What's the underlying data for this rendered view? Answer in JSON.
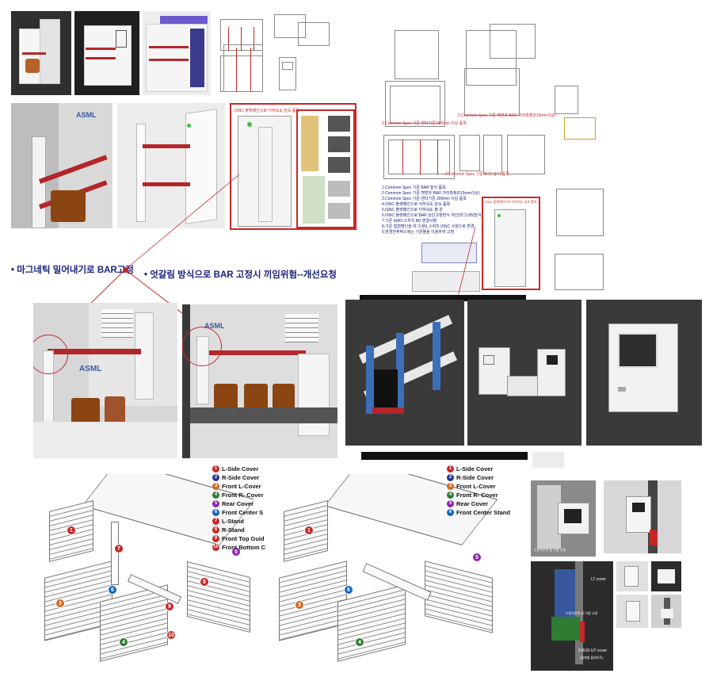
{
  "callouts": {
    "magnetic": "• 마그네틱 밀어내기로 BAR고정",
    "crossed": "• 엇갈림 방식으로 BAR 고정시 끼임위험--개선요청"
  },
  "notes": {
    "isnc_top": "ISNC 플랫패인으로 낙하속도 감속 품목",
    "isnc_mid": "ISNC 플랫패인으로 낙하속도 감속 품목",
    "spec_a": "2.Common Spec 기준 백면과 BAR 거리측정(515mm이상)",
    "spec_b": "3.Common Spec 기준 센터기준 290mm 이상 품목",
    "spec_c": "2.Common Spec 기준 BAR 높이 품목",
    "list": [
      "1.Common Spec 기준 BAR 높이 품목",
      "2.Common Spec 기준 백면과 BAR 거리측정(515mm이상)",
      "3.Common Spec 기준 센터기준 290mm 이상 품목",
      "4.ISNC 플랫패인으로 낙하속도 감속 품목",
      "5.ISNC 플랫패인으로 낙하속도 평 원",
      "6.ISNC 플랫패인으로 BAR 상단고정방식 개선(마그네틱방식)",
      "7.기존 EMO 스위치 BK 변경사항",
      "8.기존 접점확인을 마그네틱 스위치 ISNC 사양으로 변경",
      "9.변경전후박스에는 기존물을 이용하여 고정"
    ],
    "lt_cover": "LT cover",
    "guide": "도면오른쪽 끝 이용 고정",
    "bus_cover": "2.BUS UT cover",
    "bus_sub": "(일체형 플레이트)",
    "guide2": "도면오른쪽 끝 이용 고정"
  },
  "legend_left": [
    {
      "n": "1",
      "label": "L-Side Cover",
      "color": "#c62828"
    },
    {
      "n": "2",
      "label": "R-Side Cover",
      "color": "#283593"
    },
    {
      "n": "3",
      "label": "Front L-Cover",
      "color": "#d2691e"
    },
    {
      "n": "4",
      "label": "Front R- Cover",
      "color": "#2e7d32"
    },
    {
      "n": "5",
      "label": "Rear Cover",
      "color": "#8e24aa"
    },
    {
      "n": "6",
      "label": "Front Center S",
      "color": "#1565c0"
    },
    {
      "n": "7",
      "label": "L-Stand",
      "color": "#c62828"
    },
    {
      "n": "8",
      "label": "R-Stand",
      "color": "#c62828"
    },
    {
      "n": "9",
      "label": "Front Top Guid",
      "color": "#c62828"
    },
    {
      "n": "10",
      "label": "Front Bottom C",
      "color": "#c62828"
    }
  ],
  "legend_right": [
    {
      "n": "1",
      "label": "L-Side Cover",
      "color": "#c62828"
    },
    {
      "n": "2",
      "label": "R-Side Cover",
      "color": "#283593"
    },
    {
      "n": "3",
      "label": "Front L-Cover",
      "color": "#d2691e"
    },
    {
      "n": "4",
      "label": "Front R- Cover",
      "color": "#2e7d32"
    },
    {
      "n": "5",
      "label": "Rear Cover",
      "color": "#8e24aa"
    },
    {
      "n": "6",
      "label": "Front Center Stand",
      "color": "#1565c0"
    }
  ],
  "brand": "ASML",
  "colors": {
    "accent_red": "#c62828",
    "callout_blue": "#1a237e",
    "bar_red": "#b3262a"
  }
}
